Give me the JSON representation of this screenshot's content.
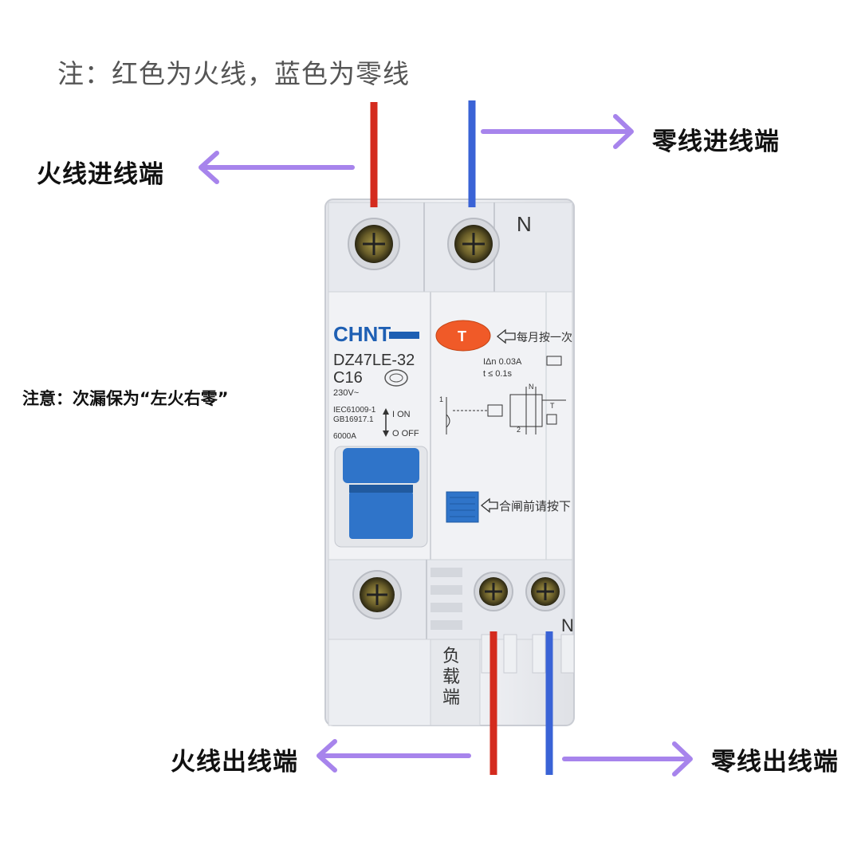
{
  "note_top": "注：红色为火线，蓝色为零线",
  "side_note": "注意：次漏保为“左火右零”",
  "labels": {
    "live_in": "火线进线端",
    "neutral_in": "零线进线端",
    "live_out": "火线出线端",
    "neutral_out": "零线出线端"
  },
  "device": {
    "brand": "CHNT",
    "model": "DZ47LE-32",
    "rating": "C16",
    "voltage": "230V~",
    "standard_1": "IEC61009-1",
    "standard_2": "GB16917.1",
    "breaking": "6000A",
    "on_label": "I  ON",
    "off_label": "O OFF",
    "test_button": "T",
    "test_note": "每月按一次",
    "spec_1": "IΔn   0.03A",
    "spec_2": "t   ≤   0.1s",
    "reset_note": "合闸前请按下",
    "n_top": "N",
    "n_bottom": "N",
    "load_label": "负载端",
    "schematic_1": "1",
    "schematic_2": "2",
    "schematic_n": "N",
    "schematic_t": "T"
  },
  "colors": {
    "live_wire": "#d42b1e",
    "neutral_wire": "#3a63d6",
    "arrow": "#a784ec",
    "knob": "#2f74c9",
    "test_button": "#f05a28"
  }
}
